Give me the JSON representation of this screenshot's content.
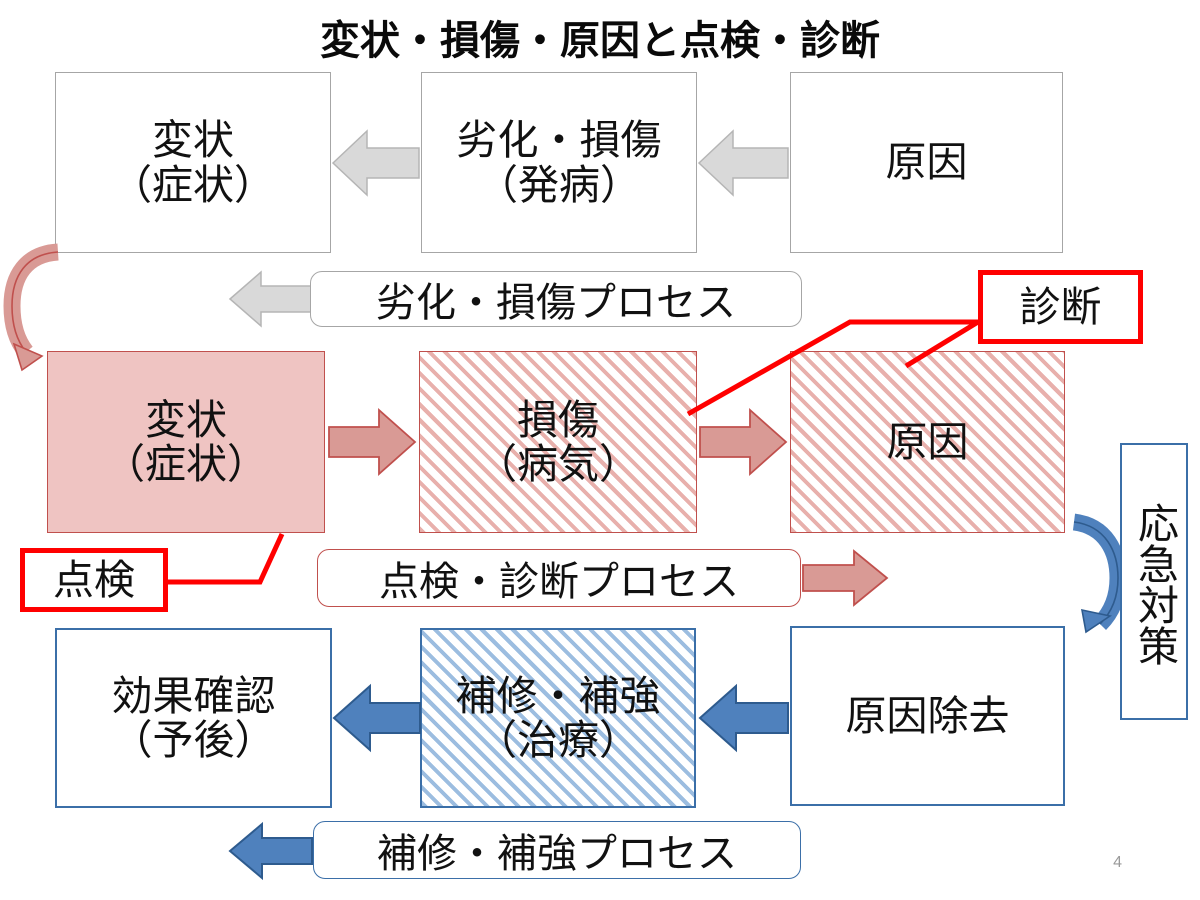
{
  "slide": {
    "title": "変状・損傷・原因と点検・診断",
    "page_number": "4",
    "colors": {
      "grey_outline": "#a6a6a6",
      "grey_arrow_fill": "#D9D9D9",
      "red_outline": "#C0504D",
      "red_fill": "#EFC4C2",
      "red_arrow_fill": "#D99A95",
      "blue_outline": "#3B6FA8",
      "blue_arrow_fill": "#4F81BD",
      "callout_red": "#FF0000",
      "title_color": "#0a0a0a",
      "page_number_color": "#9a9a9a"
    }
  },
  "row_top": {
    "label": "劣化・損傷プロセス",
    "boxes": [
      {
        "name": "henjo",
        "text": "変状\n（症状）"
      },
      {
        "name": "rekka-sonsho",
        "text": "劣化・損傷\n（発病）"
      },
      {
        "name": "genin",
        "text": "原因"
      }
    ],
    "arrows": [
      {
        "name": "grey-arrow-1",
        "direction": "left"
      },
      {
        "name": "grey-arrow-2",
        "direction": "left"
      },
      {
        "name": "grey-arrow-process",
        "direction": "left"
      }
    ]
  },
  "row_middle": {
    "label": "点検・診断プロセス",
    "boxes": [
      {
        "name": "henjo-symptom",
        "text": "変状\n（症状）"
      },
      {
        "name": "sonsho-disease",
        "text": "損傷\n（病気）"
      },
      {
        "name": "genin-cause",
        "text": "原因"
      }
    ],
    "arrows": [
      {
        "name": "red-arrow-1",
        "direction": "right"
      },
      {
        "name": "red-arrow-2",
        "direction": "right"
      },
      {
        "name": "red-arrow-process",
        "direction": "right"
      }
    ],
    "callouts": [
      {
        "name": "tenken",
        "text": "点検"
      },
      {
        "name": "shindan",
        "text": "診断"
      }
    ]
  },
  "row_bottom": {
    "label": "補修・補強プロセス",
    "boxes": [
      {
        "name": "kouka-kakunin",
        "text": "効果確認\n（予後）"
      },
      {
        "name": "hoshu-hokyo",
        "text": "補修・補強\n（治療）"
      },
      {
        "name": "genin-jokyo",
        "text": "原因除去"
      }
    ],
    "arrows": [
      {
        "name": "blue-arrow-1",
        "direction": "left"
      },
      {
        "name": "blue-arrow-2",
        "direction": "left"
      },
      {
        "name": "blue-arrow-process",
        "direction": "left"
      }
    ]
  },
  "side": {
    "okyu_taisaku": "応急対策"
  }
}
